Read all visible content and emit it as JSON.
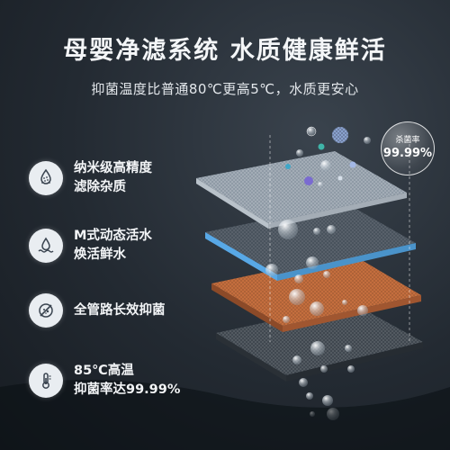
{
  "header": {
    "title": "母婴净滤系统  水质健康鲜活",
    "subtitle": "抑菌温度比普通80℃更高5℃，水质更安心"
  },
  "features": [
    {
      "icon": "filter-icon",
      "line1": "纳米级高精度",
      "line2": "滤除杂质"
    },
    {
      "icon": "water-drop-icon",
      "line1": "M式动态活水",
      "line2": "焕活鲜水"
    },
    {
      "icon": "antibacterial-shield-icon",
      "line1": "全管路长效抑菌",
      "line2": ""
    },
    {
      "icon": "thermometer-icon",
      "line1": "85℃高温",
      "line2": "抑菌率达99.99%"
    }
  ],
  "badge": {
    "label": "杀菌率",
    "value": "99.99%"
  },
  "colors": {
    "background": "#232a32",
    "layer_top": "#8c98a4",
    "layer_blue_edge": "#58a8e6",
    "layer_orange": "#c7703f",
    "layer_bottom": "#3d454d"
  }
}
